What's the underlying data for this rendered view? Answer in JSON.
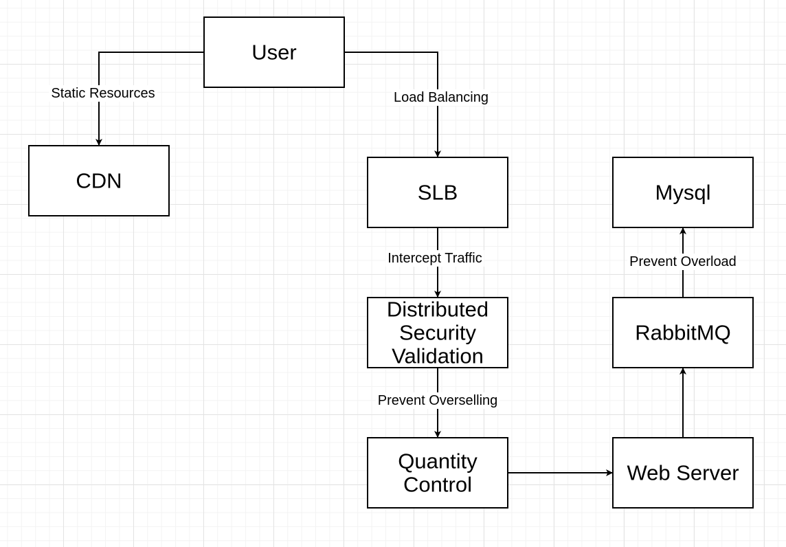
{
  "nodes": [
    {
      "id": "user",
      "lines": [
        "User"
      ]
    },
    {
      "id": "cdn",
      "lines": [
        "CDN"
      ]
    },
    {
      "id": "slb",
      "lines": [
        "SLB"
      ]
    },
    {
      "id": "mysql",
      "lines": [
        "Mysql"
      ]
    },
    {
      "id": "security",
      "lines": [
        "Distributed",
        "Security",
        "Validation"
      ]
    },
    {
      "id": "rabbitmq",
      "lines": [
        "RabbitMQ"
      ]
    },
    {
      "id": "quantity",
      "lines": [
        "Quantity",
        "Control"
      ]
    },
    {
      "id": "webserver",
      "lines": [
        "Web Server"
      ]
    }
  ],
  "edges": [
    {
      "id": "user-cdn",
      "from": "user",
      "to": "cdn",
      "label": "Static Resources"
    },
    {
      "id": "user-slb",
      "from": "user",
      "to": "slb",
      "label": "Load Balancing"
    },
    {
      "id": "slb-security",
      "from": "slb",
      "to": "security",
      "label": "Intercept Traffic"
    },
    {
      "id": "security-quantity",
      "from": "security",
      "to": "quantity",
      "label": "Prevent Overselling"
    },
    {
      "id": "quantity-webserver",
      "from": "quantity",
      "to": "webserver",
      "label": ""
    },
    {
      "id": "webserver-rabbitmq",
      "from": "webserver",
      "to": "rabbitmq",
      "label": ""
    },
    {
      "id": "rabbitmq-mysql",
      "from": "rabbitmq",
      "to": "mysql",
      "label": "Prevent Overload"
    }
  ]
}
